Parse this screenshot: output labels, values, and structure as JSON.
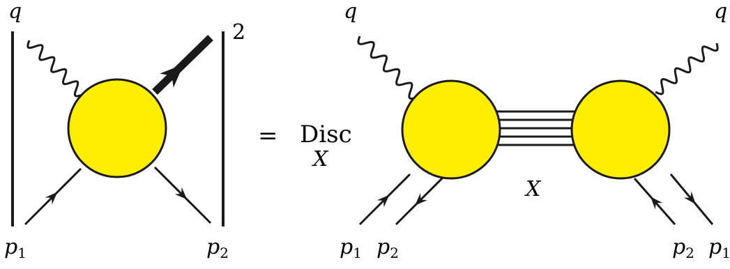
{
  "diagram": {
    "colors": {
      "blob_fill": "#ffee00",
      "stroke": "#1a1a1a"
    },
    "left": {
      "photon_label": "q",
      "in_label": {
        "base": "p",
        "sub": "1"
      },
      "out_label": {
        "base": "p",
        "sub": "2"
      },
      "exponent": "2"
    },
    "equals": "=",
    "disc": {
      "word": "Disc",
      "sub": "X"
    },
    "right": {
      "photon_left_label": "q",
      "photon_right_label": "q",
      "state_label": "X",
      "bottom_left_labels": [
        {
          "base": "p",
          "sub": "1"
        },
        {
          "base": "p",
          "sub": "2"
        }
      ],
      "bottom_right_labels": [
        {
          "base": "p",
          "sub": "2"
        },
        {
          "base": "p",
          "sub": "1"
        }
      ]
    }
  }
}
